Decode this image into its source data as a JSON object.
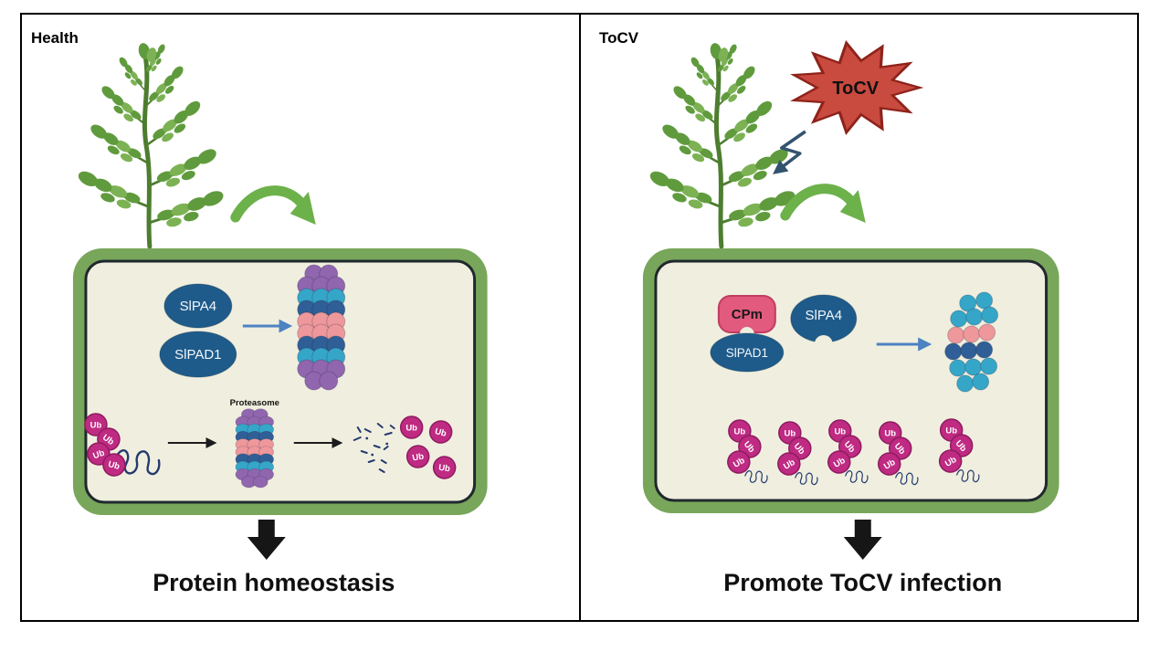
{
  "left_panel": {
    "title": "Health",
    "slpa4": "SlPA4",
    "slpad1": "SlPAD1",
    "proteasome_label": "Proteasome",
    "caption": "Protein homeostasis"
  },
  "right_panel": {
    "title": "ToCV",
    "virus_label": "ToCV",
    "cpm": "CPm",
    "slpa4": "SlPA4",
    "slpad1": "SlPAD1",
    "caption": "Promote ToCV infection"
  },
  "labels": {
    "ub": "Ub"
  },
  "colors": {
    "cell_green": "#78a65a",
    "cell_fill": "#f0efdf",
    "cell_line": "#20282e",
    "blob_blue": "#1e5b8a",
    "cpm_pink": "#e25a7d",
    "cpm_stroke": "#c03d62",
    "ub_magenta": "#bf2a82",
    "ub_stroke": "#8e1c60",
    "virus_red": "#c94a3f",
    "virus_stroke": "#8e231b",
    "arrow_green": "#6cb14a",
    "arrow_blue": "#4d82c3",
    "stack_purple": "#9066ae",
    "stack_teal": "#35a6c8",
    "stack_blue": "#2f5f96",
    "stack_salmon": "#ee989b",
    "protein_navy": "#253a6e",
    "plant_stem": "#4d7d2e",
    "plant_leaf": "#5f9b3d",
    "plant_leaf2": "#7cb254",
    "bolt_slate": "#33536e"
  }
}
